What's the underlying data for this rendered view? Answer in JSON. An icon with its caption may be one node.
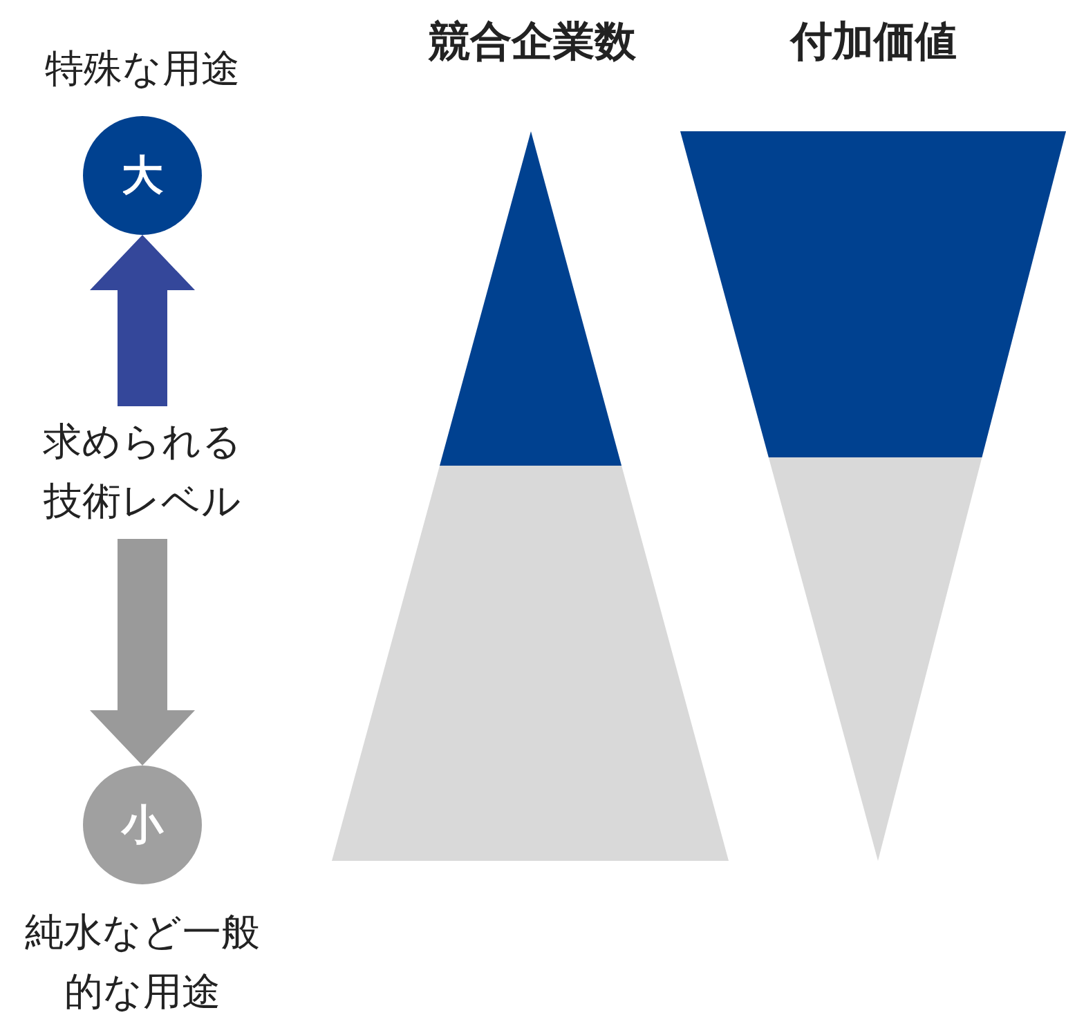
{
  "diagram": {
    "nodes": [
      {
        "text": [
          "大"
        ],
        "beside": [
          "特殊な用途"
        ]
      },
      {
        "text": [
          "求められる技術レベル"
        ]
      },
      {
        "text": [
          "小"
        ],
        "beside": [
          "純水など一般的な用途"
        ]
      },
      {
        "text": [
          "競合企業数"
        ]
      },
      {
        "text": [
          "付加価値"
        ]
      }
    ],
    "edges": [
      {
        "from": 1,
        "to": 0,
        "arrow": "to",
        "style": "thick",
        "color": "#34479a"
      },
      {
        "from": 1,
        "to": 2,
        "arrow": "to",
        "style": "thick",
        "color": "#9a9a9a"
      }
    ]
  }
}
